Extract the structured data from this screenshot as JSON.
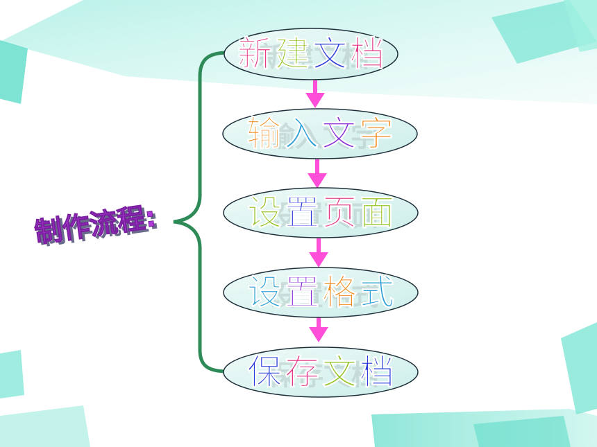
{
  "label": "制作流程:",
  "steps": [
    {
      "text": "新建文档",
      "chars": [
        "新",
        "建",
        "文",
        "档"
      ]
    },
    {
      "text": "输入文字",
      "chars": [
        "输",
        "入",
        "文",
        "字"
      ]
    },
    {
      "text": "设置页面",
      "chars": [
        "设",
        "置",
        "页",
        "面"
      ]
    },
    {
      "text": "设置格式",
      "chars": [
        "设",
        "置",
        "格",
        "式"
      ]
    },
    {
      "text": "保存文档",
      "chars": [
        "保",
        "存",
        "文",
        "档"
      ]
    }
  ],
  "colors": {
    "bracket": "#2e8b57",
    "arrow": "#ff4fd8",
    "ellipse_fill": "#dff3f1",
    "ellipse_stroke": "#1f2f3a",
    "label": "#b03ad6",
    "char_colors": [
      "#e23b8a",
      "#f08a1c",
      "#8fc21f",
      "#2a9fd6",
      "#2b3fd8",
      "#8a2fd6"
    ],
    "background_shapes": [
      "#7fe6d6",
      "#b5f0e6",
      "#5fdcc8"
    ]
  }
}
